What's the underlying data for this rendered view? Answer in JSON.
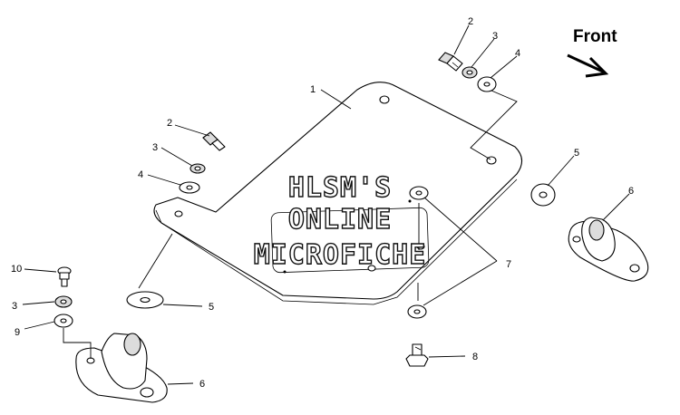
{
  "direction_label": "Front",
  "watermark": {
    "line1": "HLSM'S",
    "line2": "ONLINE",
    "line3": "MICROFICHE"
  },
  "callouts": {
    "c1": "1",
    "c2a": "2",
    "c2b": "2",
    "c3a": "3",
    "c3b": "3",
    "c3c": "3",
    "c4a": "4",
    "c4b": "4",
    "c5a": "5",
    "c5b": "5",
    "c6a": "6",
    "c6b": "6",
    "c7": "7",
    "c8": "8",
    "c9": "9",
    "c10": "10"
  }
}
